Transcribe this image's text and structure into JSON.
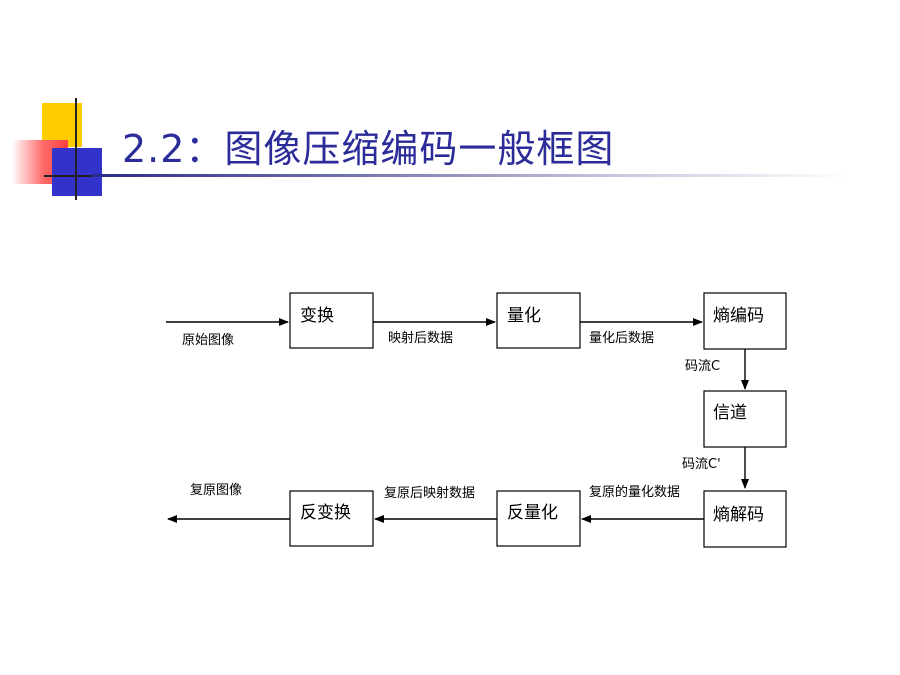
{
  "title": "2.2：图像压缩编码一般框图",
  "blocks": {
    "transform": "变换",
    "quantize": "量化",
    "entropy_encode": "熵编码",
    "channel": "信道",
    "entropy_decode": "熵解码",
    "dequantize": "反量化",
    "inverse_transform": "反变换"
  },
  "labels": {
    "original_image": "原始图像",
    "mapped_data": "映射后数据",
    "quantized_data": "量化后数据",
    "code_stream_c": "码流C",
    "code_stream_c_prime": "码流C'",
    "restored_quantized_data": "复原的量化数据",
    "restored_mapped_data": "复原后映射数据",
    "restored_image": "复原图像"
  },
  "colors": {
    "title": "#2b2b9a",
    "accent_yellow": "#ffcc00",
    "accent_red": "#ff4040",
    "accent_blue": "#3333cc"
  }
}
